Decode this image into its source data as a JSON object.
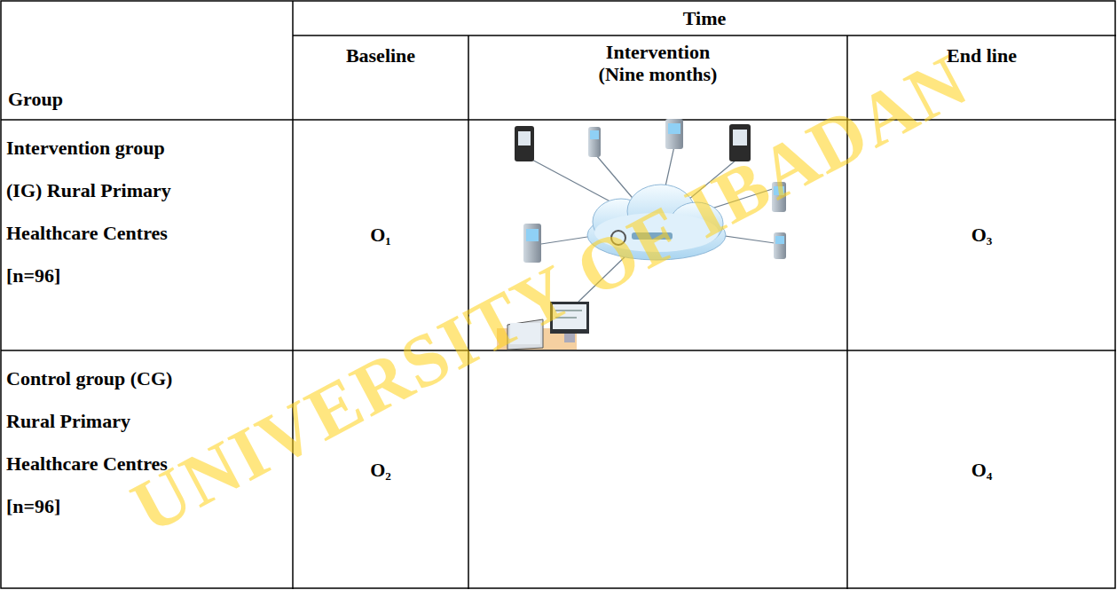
{
  "diagram": {
    "labels": [
      "Time",
      "Group",
      "Baseline",
      "Intervention (Nine months)",
      "End line",
      "Intervention group (IG) Rural Primary Healthcare Centres [n=96]",
      "O₁",
      "O₃",
      "Control group (CG) Rural Primary Healthcare Centres [n=96]",
      "O₂",
      "O₄",
      "UNIVERSITY OF IBADAN"
    ]
  }
}
